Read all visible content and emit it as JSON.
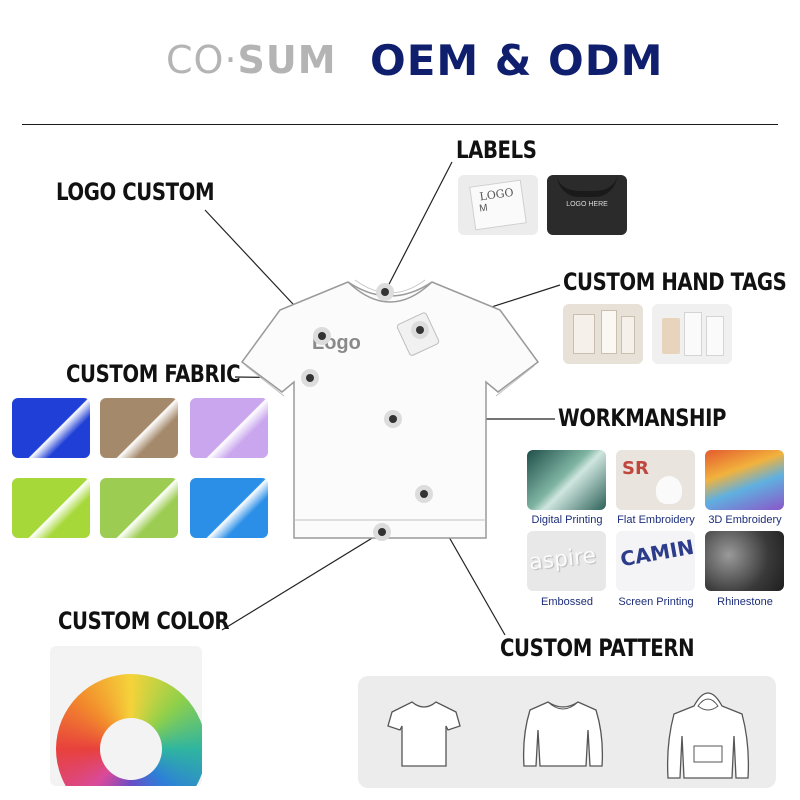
{
  "header": {
    "brand_part1": "CO·",
    "brand_part2": "SUM",
    "title": "OEM & ODM"
  },
  "tshirt": {
    "logo_text": "Logo"
  },
  "sections": {
    "labels": "LABELS",
    "logo_custom": "LOGO CUSTOM",
    "hand_tags": "CUSTOM HAND TAGS",
    "fabric": "CUSTOM FABRIC",
    "workmanship": "WORKMANSHIP",
    "color": "CUSTOM COLOR",
    "pattern": "CUSTOM PATTERN"
  },
  "label_samples": {
    "woven_text": "LOGO",
    "size_text": "M",
    "printed_text": "LOGO HERE"
  },
  "fabric_colors": [
    "#1f3fd6",
    "#a4896a",
    "#c9a6ee",
    "#a6d83a",
    "#9ccd52",
    "#2b8fe8"
  ],
  "workmanship_items": [
    "Digital Printing",
    "Flat Embroidery",
    "3D Embroidery",
    "Embossed",
    "Screen Printing",
    "Rhinestone"
  ],
  "workmanship_previews": {
    "embossed": "aspire",
    "screen": "CAMIN"
  },
  "colors": {
    "brand_dark": "#0f1f6e",
    "brand_light": "#b4b4b4",
    "caption": "#1c2e7a"
  }
}
